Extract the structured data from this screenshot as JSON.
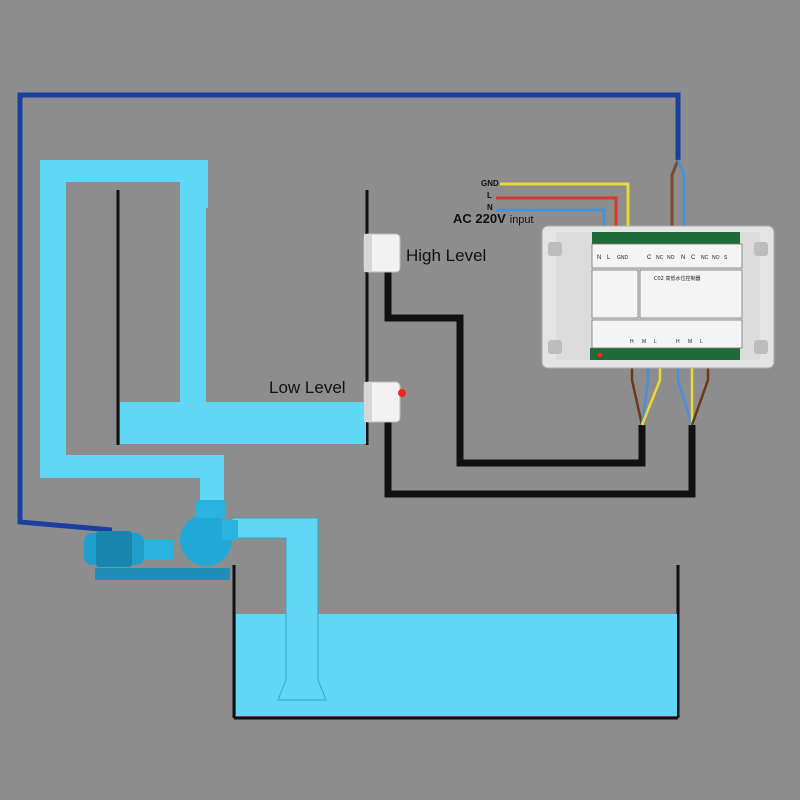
{
  "labels": {
    "high_level": "High Level",
    "low_level": "Low Level",
    "gnd": "GND",
    "l": "L",
    "n": "N",
    "ac_220v": "AC  220V",
    "input": "input"
  },
  "controller": {
    "top_terminals": [
      "N",
      "L",
      "GND",
      "C",
      "NC",
      "NO",
      "N",
      "C",
      "NC",
      "NO",
      "S"
    ],
    "model": "C02 高低水位控制器",
    "bottom_terminals": [
      "H",
      "M",
      "L",
      "H",
      "M",
      "L"
    ]
  },
  "colors": {
    "background": "#8d8d8d",
    "water": "#5fd7f5",
    "power_wire": "#1a3f9e",
    "sensor_wire": "#111111",
    "gnd_wire": "#e8d93a",
    "l_wire": "#d23a2a",
    "n_wire": "#4a8fd8",
    "indicator": "#ff2020"
  }
}
